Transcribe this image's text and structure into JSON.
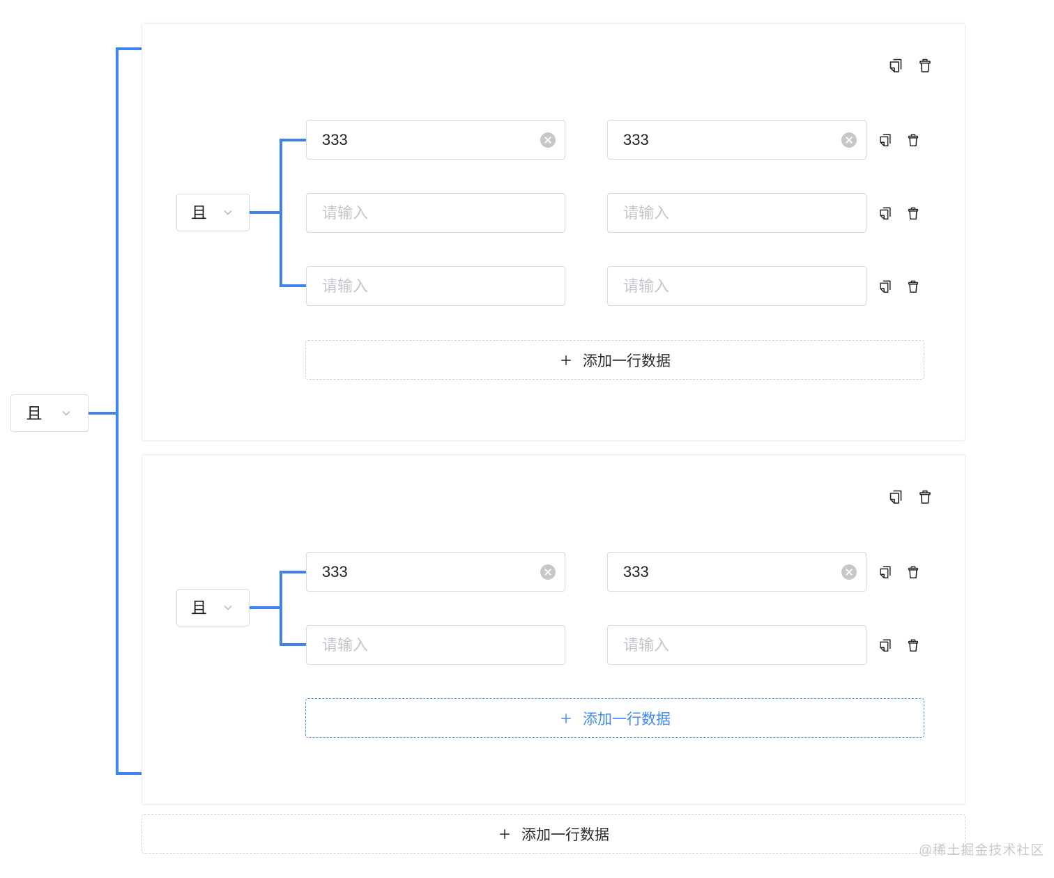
{
  "outer": {
    "operator": "且"
  },
  "groups": [
    {
      "operator": "且",
      "rows": [
        {
          "left_value": "333",
          "right_value": "333"
        },
        {
          "left_placeholder": "请输入",
          "right_placeholder": "请输入"
        },
        {
          "left_placeholder": "请输入",
          "right_placeholder": "请输入"
        }
      ],
      "add_button": "添加一行数据"
    },
    {
      "operator": "且",
      "rows": [
        {
          "left_value": "333",
          "right_value": "333"
        },
        {
          "left_placeholder": "请输入",
          "right_placeholder": "请输入"
        }
      ],
      "add_button": "添加一行数据"
    }
  ],
  "bottom_add_button": "添加一行数据",
  "watermark": "@稀土掘金技术社区",
  "icons": {
    "group_actions": [
      "copy-icon",
      "trash-icon"
    ],
    "row_actions": [
      "copy-icon",
      "trash-icon"
    ],
    "input_clear": "clear-icon",
    "operator_chevron": "chevron-down-icon",
    "add_plus": "plus-icon"
  },
  "colors": {
    "accent_blue": "#3e82f0",
    "active_add_blue": "#4089f2",
    "input_border": "#d9d9d9",
    "group_border": "#ececec",
    "dashed_border": "#d2d2d2",
    "placeholder_gray": "#c2c6cc",
    "icon_dark": "#222222",
    "clear_circle_gray": "#c7c7c7",
    "watermark_gray": "#c9c9c9"
  }
}
